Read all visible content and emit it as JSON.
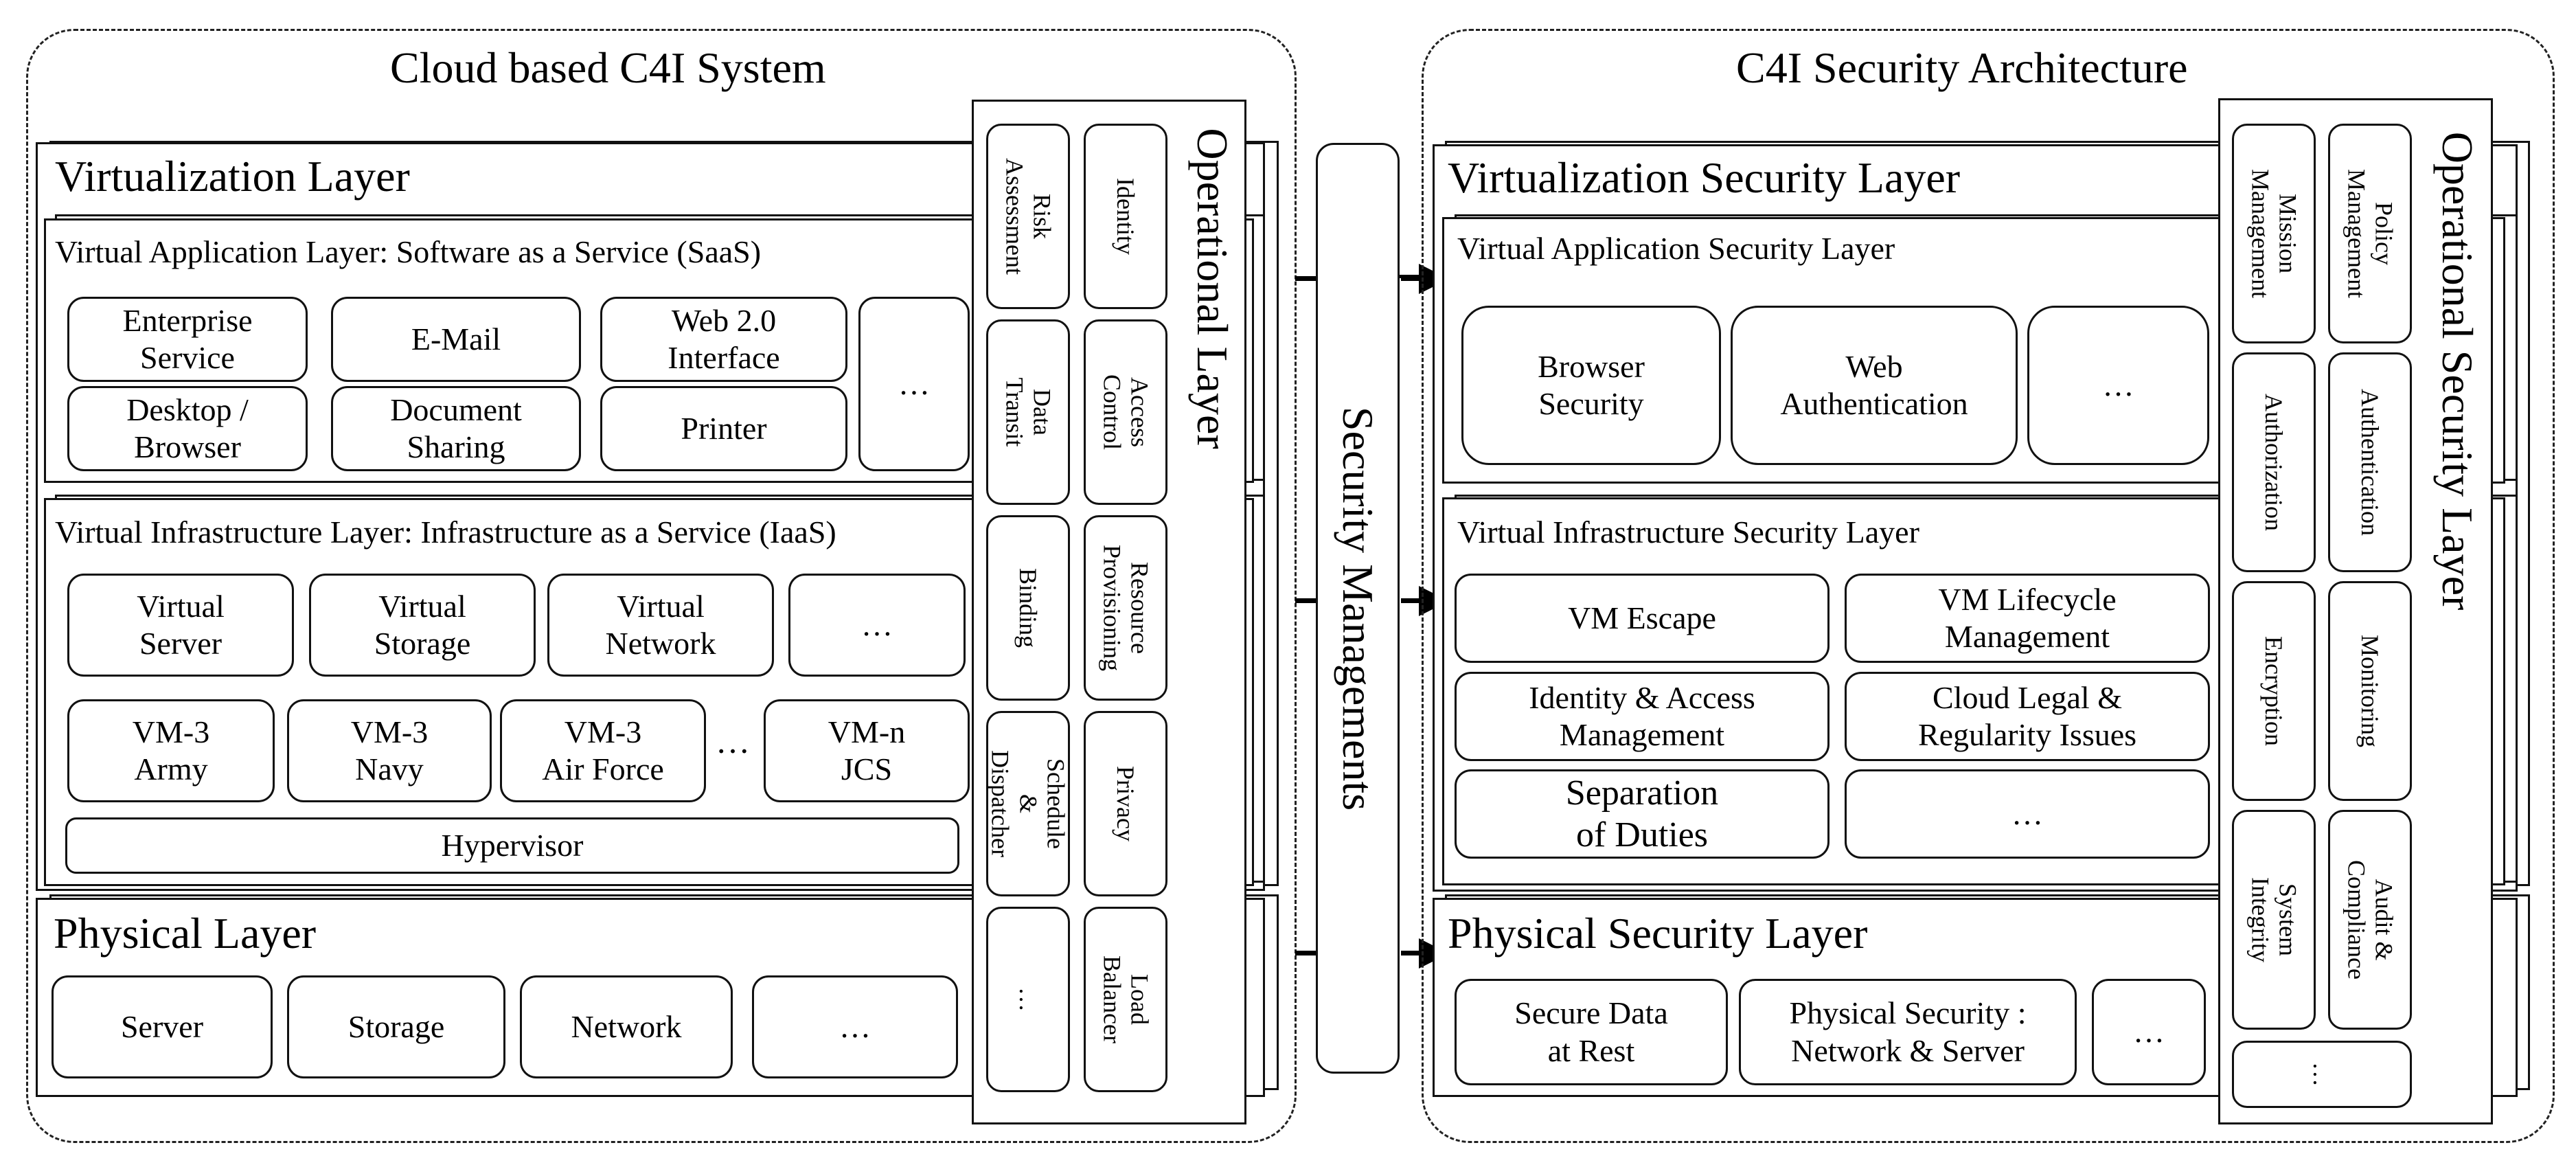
{
  "left": {
    "title": "Cloud based C4I System",
    "virtualization": {
      "title": "Virtualization Layer",
      "app_layer": {
        "title": "Virtual Application Layer: Software as a Service (SaaS)",
        "boxes": [
          "Enterprise\nService",
          "E-Mail",
          "Web 2.0\nInterface",
          "Desktop /\nBrowser",
          "Document\nSharing",
          "Printer",
          "…"
        ]
      },
      "infra_layer": {
        "title": "Virtual Infrastructure Layer: Infrastructure as a Service (IaaS)",
        "boxes": [
          "Virtual\nServer",
          "Virtual\nStorage",
          "Virtual\nNetwork",
          "…"
        ],
        "vms": [
          "VM-3\nArmy",
          "VM-3\nNavy",
          "VM-3\nAir Force",
          "VM-n\nJCS"
        ],
        "vm_ellipsis": "…",
        "hypervisor": "Hypervisor"
      }
    },
    "physical": {
      "title": "Physical Layer",
      "boxes": [
        "Server",
        "Storage",
        "Network",
        "…"
      ]
    },
    "operational": {
      "title": "Operational Layer",
      "items": [
        "Identity",
        "Risk\nAssessment",
        "Access\nControl",
        "Data Transit",
        "Resource\nProvisioning",
        "Binding",
        "Privacy",
        "Schedule &\nDispatcher",
        "Load\nBalancer",
        "…"
      ]
    }
  },
  "middle": {
    "title": "Security  Managements"
  },
  "right": {
    "title": "C4I Security Architecture",
    "virtualization": {
      "title": "Virtualization Security Layer",
      "app_layer": {
        "title": "Virtual Application Security Layer",
        "boxes": [
          "Browser\nSecurity",
          "Web\nAuthentication",
          "…"
        ]
      },
      "infra_layer": {
        "title": "Virtual Infrastructure Security Layer",
        "boxes": [
          "VM Escape",
          "VM Lifecycle\nManagement",
          "Identity & Access\nManagement",
          "Cloud Legal &\nRegularity Issues",
          "Separation\nof Duties",
          "…"
        ]
      }
    },
    "physical": {
      "title": "Physical Security Layer",
      "boxes": [
        "Secure Data\nat Rest",
        "Physical Security :\nNetwork & Server",
        "…"
      ]
    },
    "operational": {
      "title": "Operational Security Layer",
      "items": [
        "Policy\nManagement",
        "Mission\nManagement",
        "Authentication",
        "Authorization",
        "Monitoring",
        "Encryption",
        "Audit &\nCompliance",
        "System\nIntegrity",
        "…"
      ]
    }
  }
}
